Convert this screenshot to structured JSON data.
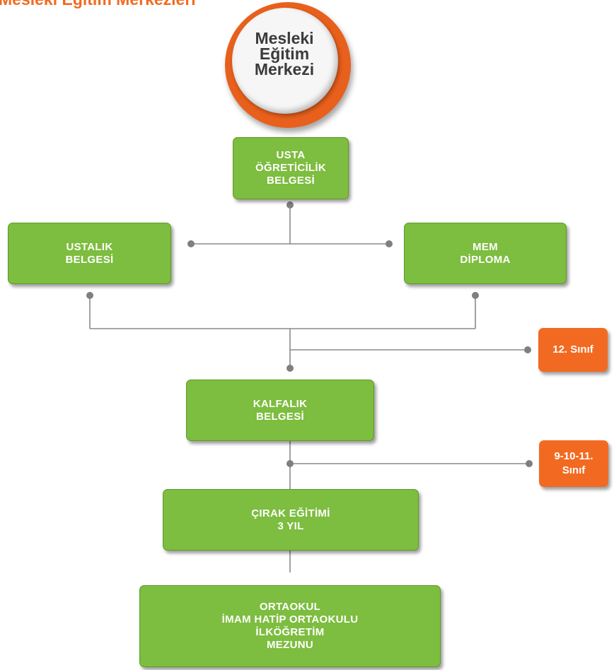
{
  "header": {
    "title": "Mesleki Eğitim Merkezleri"
  },
  "logo": {
    "lines": [
      "Mesleki",
      "Eğitim",
      "Merkezi"
    ]
  },
  "nodes": {
    "usta_ogreticilik": {
      "lines": [
        "USTA",
        "ÖĞRETİCİLİK",
        "BELGESİ"
      ]
    },
    "ustalik": {
      "lines": [
        "USTALIK",
        "BELGESİ"
      ]
    },
    "mem_diploma": {
      "lines": [
        "MEM",
        "DİPLOMA"
      ]
    },
    "kalfalik": {
      "lines": [
        "KALFALIK",
        "BELGESİ"
      ]
    },
    "cirak": {
      "lines": [
        "ÇIRAK EĞİTİMİ",
        "3 YIL"
      ]
    },
    "ortaokul": {
      "lines": [
        "ORTAOKUL",
        "İMAM HATİP ORTAOKULU",
        "İLKÖĞRETİM",
        "MEZUNU"
      ]
    }
  },
  "grades": {
    "grade_12": {
      "lines": [
        "12. Sınıf"
      ]
    },
    "grade_9_11": {
      "lines": [
        "9-10-11.",
        "Sınıf"
      ]
    }
  },
  "colors": {
    "green": "#7dbd3f",
    "orange": "#f26a21",
    "connector": "#7f7f7f"
  }
}
